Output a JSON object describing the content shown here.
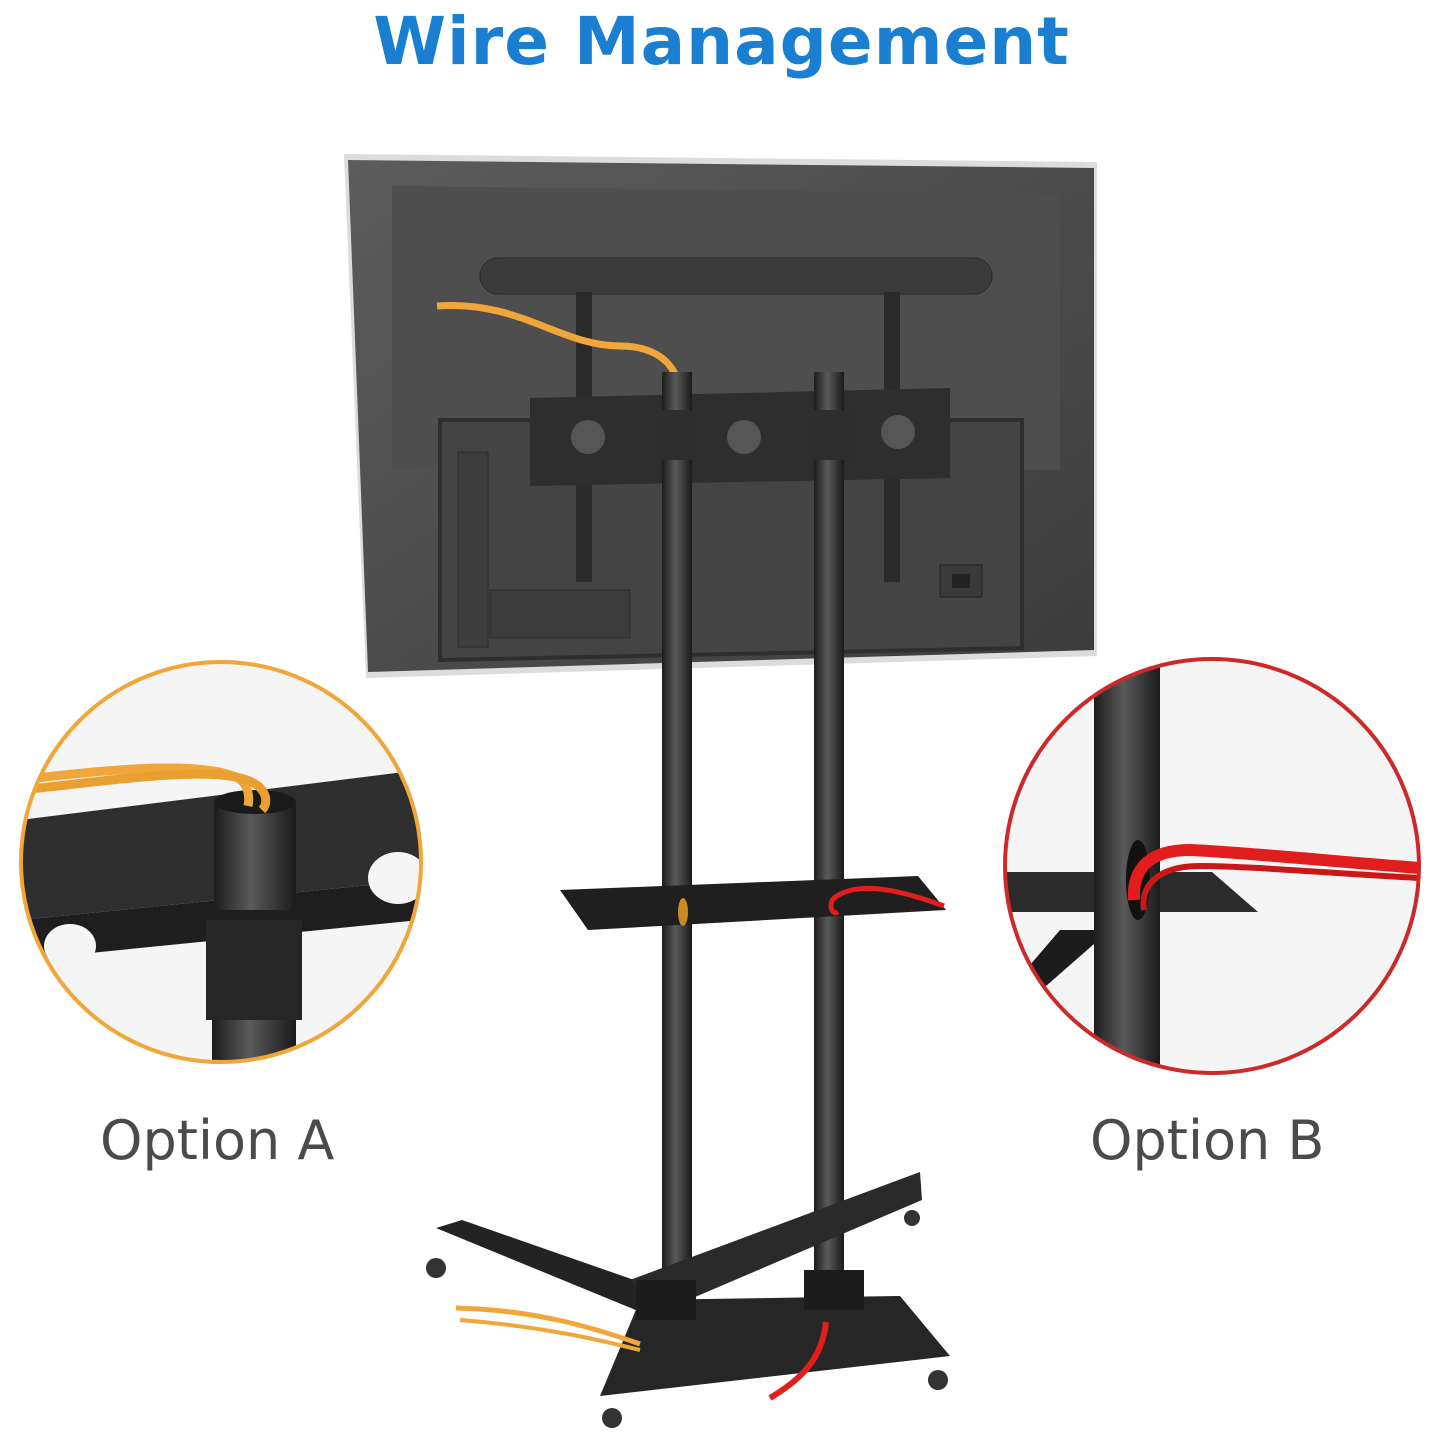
{
  "heading": {
    "text": "Wire Management"
  },
  "options": {
    "a": {
      "label": "Option A"
    },
    "b": {
      "label": "Option B"
    }
  },
  "colors": {
    "heading": "#1a7fd1",
    "label": "#4b4b4b",
    "option_a_ring": "#f0a63a",
    "option_b_ring": "#cc2a2a",
    "cable_orange": "#f0a63a",
    "cable_red": "#e01e1e",
    "metal_dark": "#2b2b2b",
    "tv_back": "#4a4a4a"
  },
  "icons": {
    "product": "tv-stand-illustration",
    "detail_a": "cable-through-top-cap",
    "detail_b": "cable-through-pole-hole"
  }
}
